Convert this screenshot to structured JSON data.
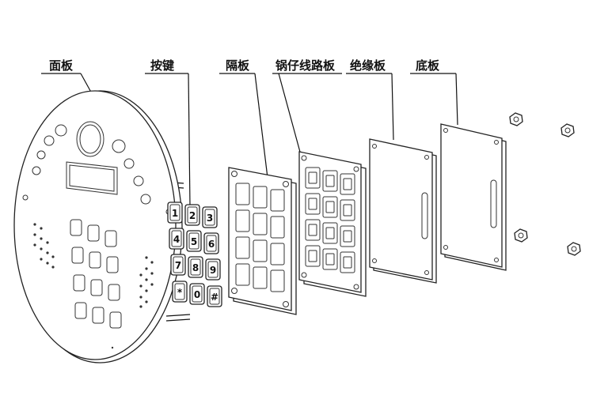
{
  "labels": {
    "panel": "面板",
    "keys": "按键",
    "spacer": "隔板",
    "pcb": "锅仔线路板",
    "insulator": "绝缘板",
    "base": "底板"
  },
  "keys": [
    "1",
    "2",
    "3",
    "4",
    "5",
    "6",
    "7",
    "8",
    "9",
    "*",
    "0",
    "#"
  ]
}
